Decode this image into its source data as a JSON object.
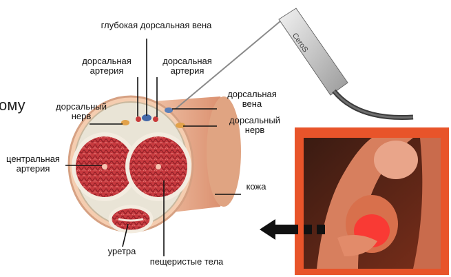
{
  "partial_text": "ому",
  "labels": {
    "deep_dorsal_vein": "глубокая дорсальная вена",
    "dorsal_artery_left": "дорсальная артерия",
    "dorsal_artery_right": "дорсальная артерия",
    "dorsal_nerve_left": "дорсальный нерв",
    "dorsal_vein": "дорсальная вена",
    "dorsal_nerve_right": "дорсальный нерв",
    "central_artery": "центральная артерия",
    "skin": "кожа",
    "urethra": "уретра",
    "cavernous_bodies": "пещеристые тела"
  },
  "instrument_text": "CeroS",
  "colors": {
    "tissue_red": "#c0303a",
    "skin_peach": "#f0c2a0",
    "inset_frame": "#e8542a",
    "arrow": "#111111"
  }
}
